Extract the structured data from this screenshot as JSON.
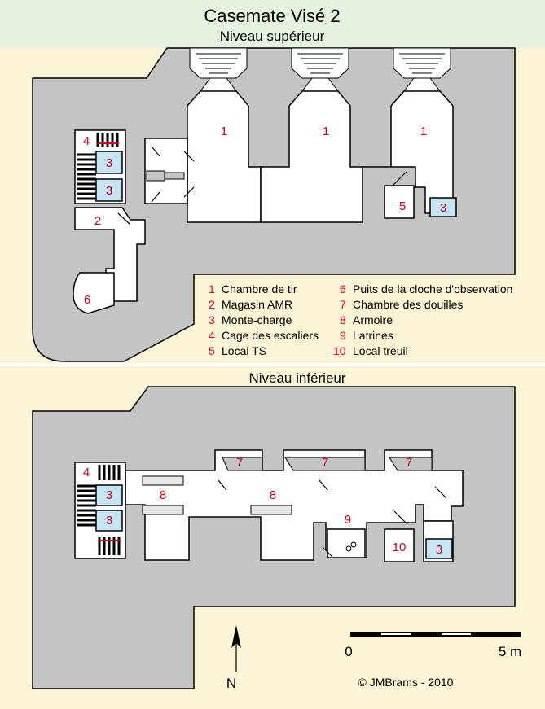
{
  "title": "Casemate Visé 2",
  "upper_level": {
    "heading": "Niveau supérieur",
    "room_labels": [
      {
        "id": "r1a",
        "text": "1"
      },
      {
        "id": "r1b",
        "text": "1"
      },
      {
        "id": "r1c",
        "text": "1"
      },
      {
        "id": "r4",
        "text": "4"
      },
      {
        "id": "r3a",
        "text": "3"
      },
      {
        "id": "r3b",
        "text": "3"
      },
      {
        "id": "r2",
        "text": "2"
      },
      {
        "id": "r5",
        "text": "5"
      },
      {
        "id": "r3c",
        "text": "3"
      },
      {
        "id": "r6",
        "text": "6"
      }
    ]
  },
  "legend": {
    "left": [
      {
        "num": "1",
        "label": "Chambre de tir"
      },
      {
        "num": "2",
        "label": "Magasin AMR"
      },
      {
        "num": "3",
        "label": "Monte-charge"
      },
      {
        "num": "4",
        "label": "Cage des escaliers"
      },
      {
        "num": "5",
        "label": "Local TS"
      }
    ],
    "right": [
      {
        "num": "6",
        "label": "Puits de la cloche d'observation"
      },
      {
        "num": "7",
        "label": "Chambre des douilles"
      },
      {
        "num": "8",
        "label": "Armoire"
      },
      {
        "num": "9",
        "label": "Latrines"
      },
      {
        "num": "10",
        "label": "Local treuil"
      }
    ]
  },
  "lower_level": {
    "heading": "Niveau inférieur",
    "room_labels": [
      {
        "id": "l4",
        "text": "4"
      },
      {
        "id": "l3a",
        "text": "3"
      },
      {
        "id": "l3b",
        "text": "3"
      },
      {
        "id": "l8a",
        "text": "8"
      },
      {
        "id": "l8b",
        "text": "8"
      },
      {
        "id": "l7a",
        "text": "7"
      },
      {
        "id": "l7b",
        "text": "7"
      },
      {
        "id": "l7c",
        "text": "7"
      },
      {
        "id": "l9",
        "text": "9"
      },
      {
        "id": "l10",
        "text": "10"
      },
      {
        "id": "l3c",
        "text": "3"
      }
    ]
  },
  "scale": {
    "start": "0",
    "end": "5 m"
  },
  "north": "N",
  "credit": "©  JMBrams - 2010",
  "colors": {
    "earth": "#fbf4d6",
    "header": "#e6f2e0",
    "concrete": "#c4c4c4",
    "room": "#ffffff",
    "lift": "#c4e6f5",
    "label": "#d0021b"
  }
}
